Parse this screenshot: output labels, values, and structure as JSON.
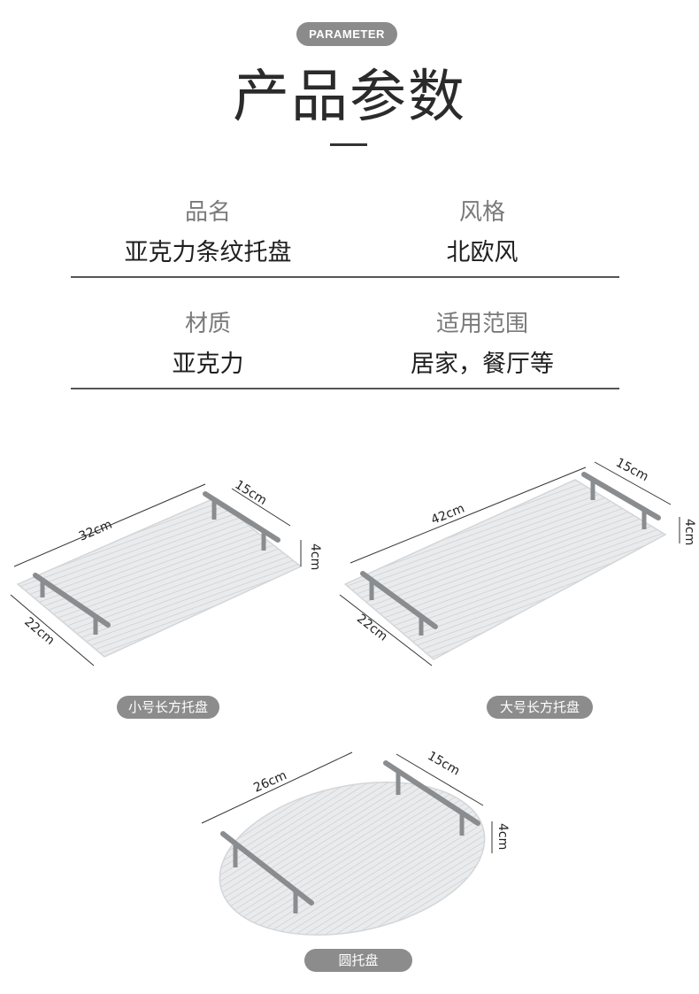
{
  "header": {
    "badge": "PARAMETER",
    "title": "产品参数"
  },
  "params": [
    {
      "left_label": "品名",
      "left_value": "亚克力条纹托盘",
      "right_label": "风格",
      "right_value": "北欧风"
    },
    {
      "left_label": "材质",
      "left_value": "亚克力",
      "right_label": "适用范围",
      "right_value": "居家，餐厅等"
    }
  ],
  "products": {
    "small": {
      "name": "小号长方托盘",
      "length": "32cm",
      "width": "22cm",
      "handle_length": "15cm",
      "handle_height": "4cm"
    },
    "large": {
      "name": "大号长方托盘",
      "length": "42cm",
      "width": "22cm",
      "handle_length": "15cm",
      "handle_height": "4cm"
    },
    "round": {
      "name": "圆托盘",
      "diameter": "26cm",
      "handle_length": "15cm",
      "handle_height": "4cm"
    }
  },
  "colors": {
    "badge_bg": "#8b8b8b",
    "pill_bg": "#8c8c8c",
    "tray_fill": "#e6e8ea",
    "handle": "#8a8d90"
  }
}
